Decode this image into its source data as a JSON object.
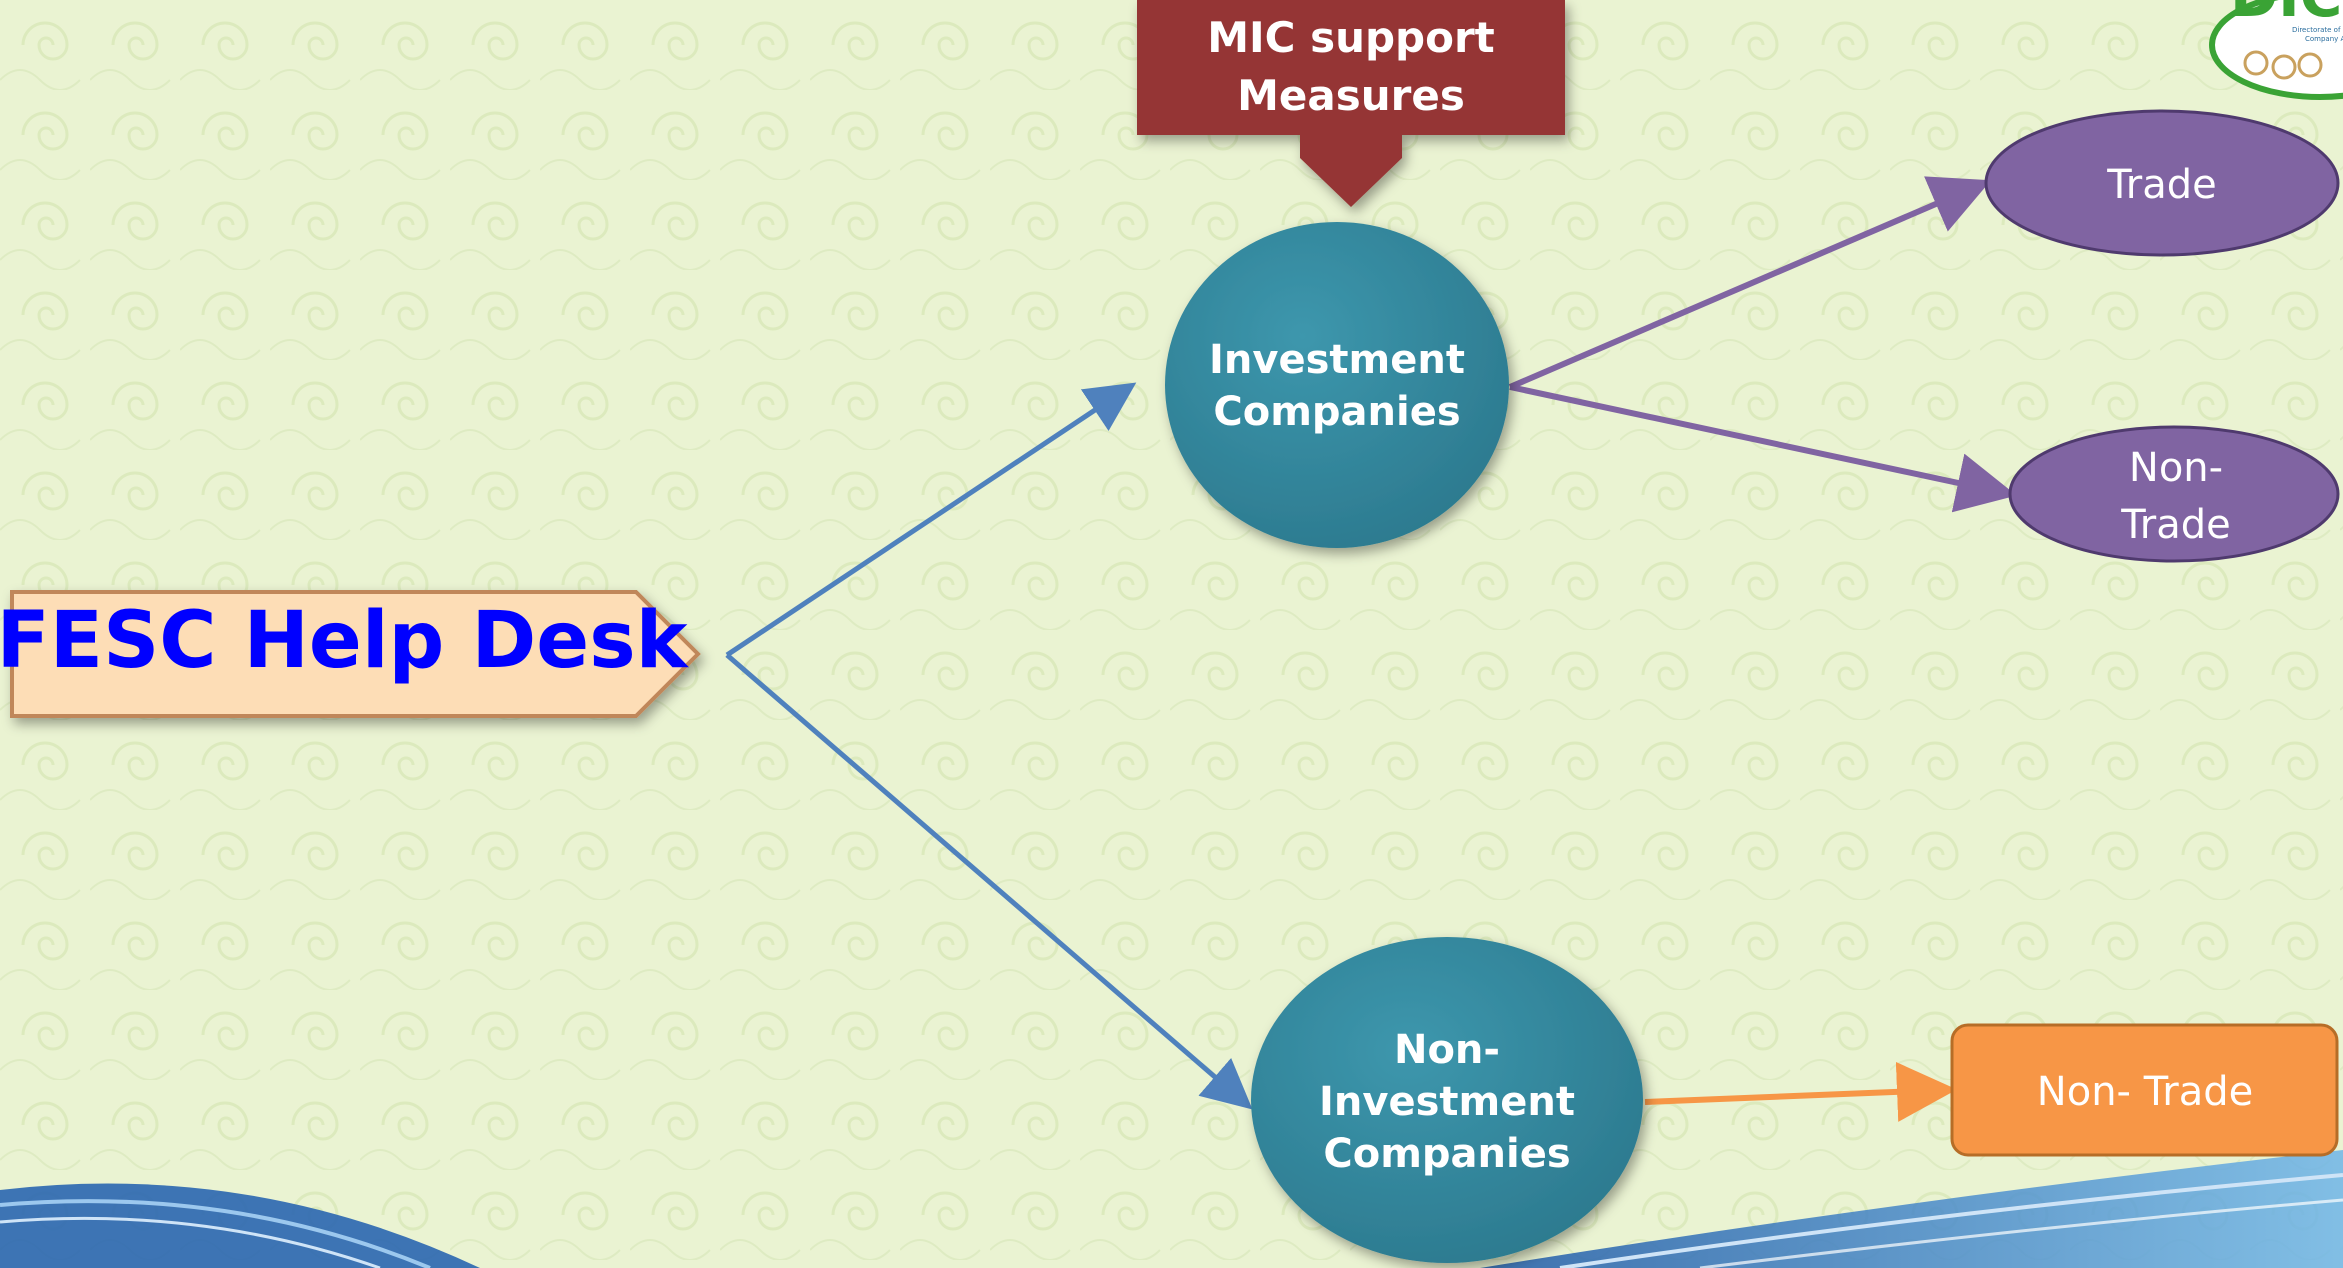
{
  "main_node": {
    "label": "FESC Help Desk"
  },
  "support_box": {
    "line1": "MIC support",
    "line2": "Measures"
  },
  "investment_companies": {
    "line1": "Investment",
    "line2": "Companies"
  },
  "non_investment_companies": {
    "line1": "Non-",
    "line2": "Investment",
    "line3": "Companies"
  },
  "trade_node": {
    "label": "Trade"
  },
  "non_trade_node_top": {
    "line1": "Non-",
    "line2": "Trade"
  },
  "non_trade_node_bottom": {
    "label": "Non- Trade"
  },
  "logo": {
    "text": "DIC",
    "caption_line1": "Directorate of Investment",
    "caption_line2": "Company Administration"
  },
  "colors": {
    "background": "#eaf3d2",
    "support_box": "#953634",
    "circle": "#31849b",
    "purple": "#8064a2",
    "orange": "#f79646",
    "blue_arrow": "#4f81bd",
    "main_text": "#0000ff",
    "main_fill": "#fdddb6"
  }
}
